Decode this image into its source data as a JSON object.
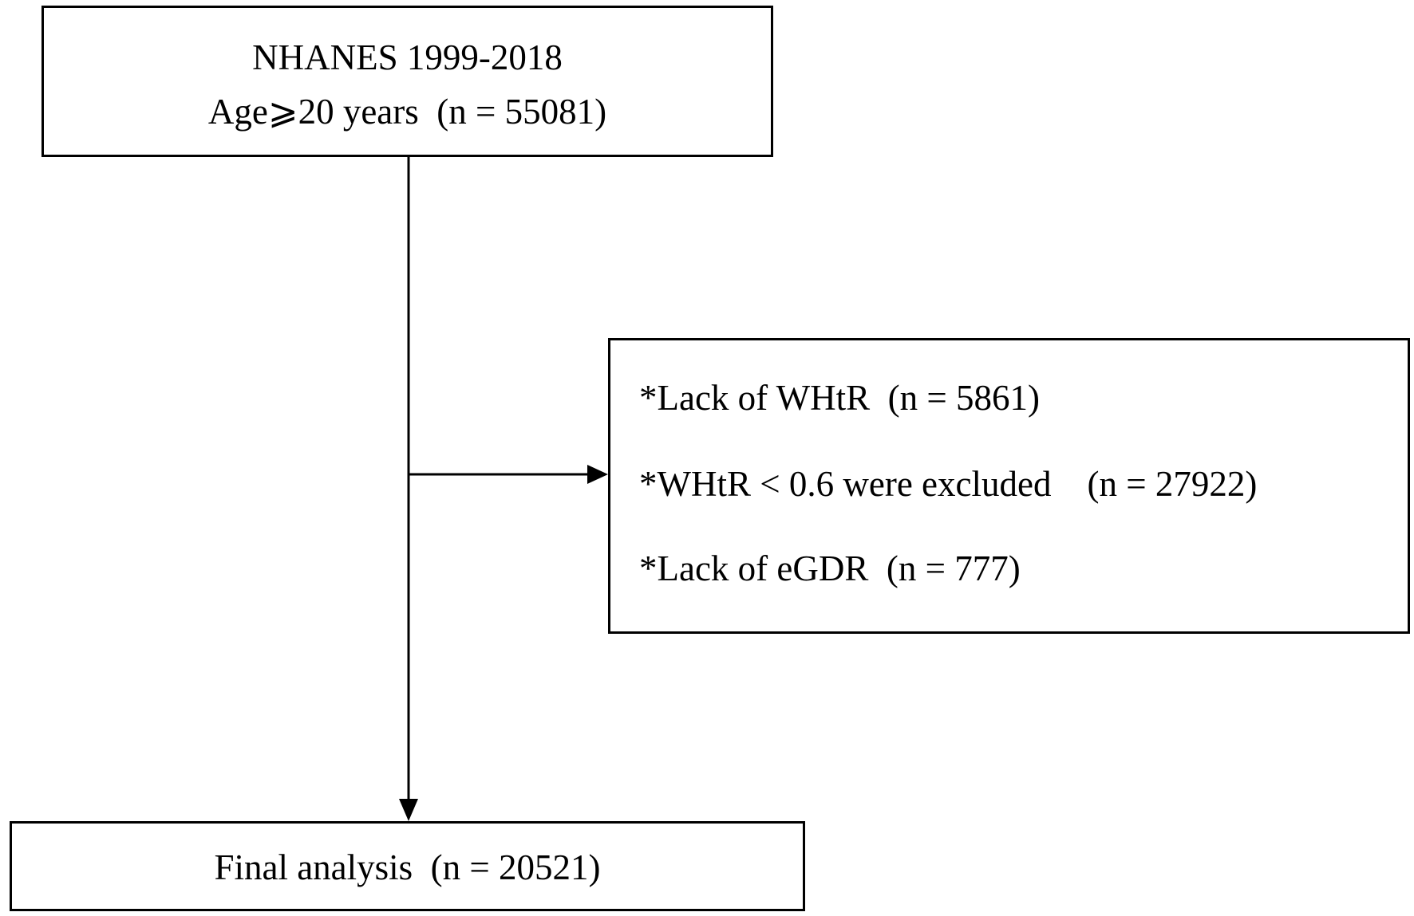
{
  "diagram": {
    "top_box": {
      "line1": "NHANES 1999-2018",
      "line2": "Age⩾20 years  (n = 55081)"
    },
    "exclusion_box": {
      "items": [
        "*Lack of WHtR  (n = 5861)",
        "*WHtR < 0.6 were excluded    (n = 27922)",
        "*Lack of eGDR  (n = 777)"
      ]
    },
    "final_box": {
      "label": "Final analysis  (n = 20521)"
    }
  }
}
